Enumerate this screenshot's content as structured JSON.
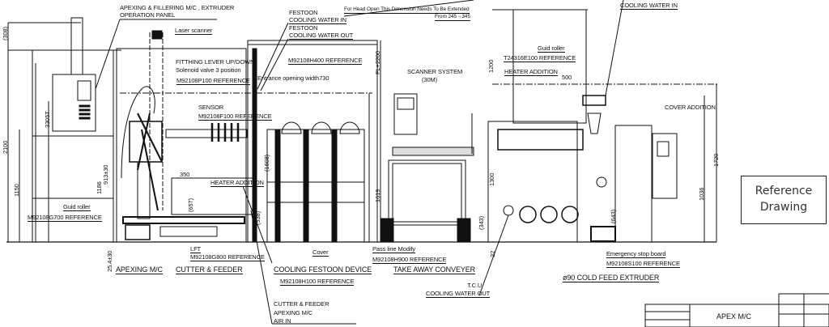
{
  "title_block": {
    "title": "APEX M/C"
  },
  "stamp": {
    "line1": "Reference",
    "line2": "Drawing"
  },
  "notes": {
    "operation_panel_1": "APEXING & FILLERING M/C , EXTRUDER",
    "operation_panel_2": "OPERATION PANEL",
    "laser_scanner": "Laser scanner",
    "fitting_lever_1": "FITTHING LEVER UP/DOWN",
    "fitting_lever_2": "Solenoid valve 3 position",
    "fitting_lever_ref": "M92108P100 REFERENCE",
    "sensor": "SENSOR",
    "sensor_ref": "M92108F100 REFERENCE",
    "festoon_in_1": "FESTOON",
    "festoon_in_2": "COOLING WATER IN",
    "festoon_out_1": "FESTOON",
    "festoon_out_2": "COOLING WATER OUT",
    "festoon_ref": "M92108H400 REFERENCE",
    "entrance": "Entrance opening width730",
    "head_open_1": "For Head Open This Dimension Needs To Be Extended",
    "head_open_2": "From 245→345",
    "scanner_1": "SCANNER SYSTEM",
    "scanner_2": "(30M)",
    "guid_roller_right": "Guid roller",
    "guid_roller_right_ref": "T24316E100 REFERENCE",
    "heater_right": "HEATER  ADDITION",
    "cooling_in_right": "COOLING WATER IN",
    "cover_addition": "COVER ADDITION",
    "heater_left": "HEATER ADDITION",
    "guid_roller_left": "Guid roller",
    "guid_roller_left_ref": "M92108G700 REFERENCE",
    "lft": "LFT",
    "lft_ref": "M92108G800 REFERENCE",
    "cover": "Cover",
    "pass_line": "Pass line Modify",
    "pass_line_ref": "M92108H900 REFERENCE",
    "tcu_1": "T.C.U",
    "tcu_2": "COOLING WATER OUT",
    "air_in_1": "CUTTER & FEEDER",
    "air_in_2": "APEXING M/C",
    "air_in_3": "AIR IN",
    "estop": "Emergency stop board",
    "estop_ref": "M92108S100 REFERENCE"
  },
  "sections": {
    "apexing": "APEXING M/C",
    "cutter": "CUTTER & FEEDER",
    "festoon": "COOLING FESTOON DEVICE",
    "festoon_ref": "M92108H100 REFERENCE",
    "conveyer": "TAKE AWAY CONVEYER",
    "extruder": "ø90 COLD FEED EXTRUDER"
  },
  "dimensions": {
    "d308": "(308)",
    "d2100": "2100",
    "d3305": "3305T",
    "d1150": "1150",
    "d1186": "1186",
    "d913": "913±30",
    "d254": "25.4±30",
    "d350": "350",
    "d657": "(657)",
    "d538": "(538)",
    "d1608": "(1608)",
    "fl2200": "FL+2200",
    "d1619": "1619",
    "d1200": "1200",
    "d500": "500",
    "d1300": "1300",
    "d343": "(343)",
    "d32": "32",
    "d643": "(643)",
    "d1036": "1036",
    "d1720": "1720"
  }
}
